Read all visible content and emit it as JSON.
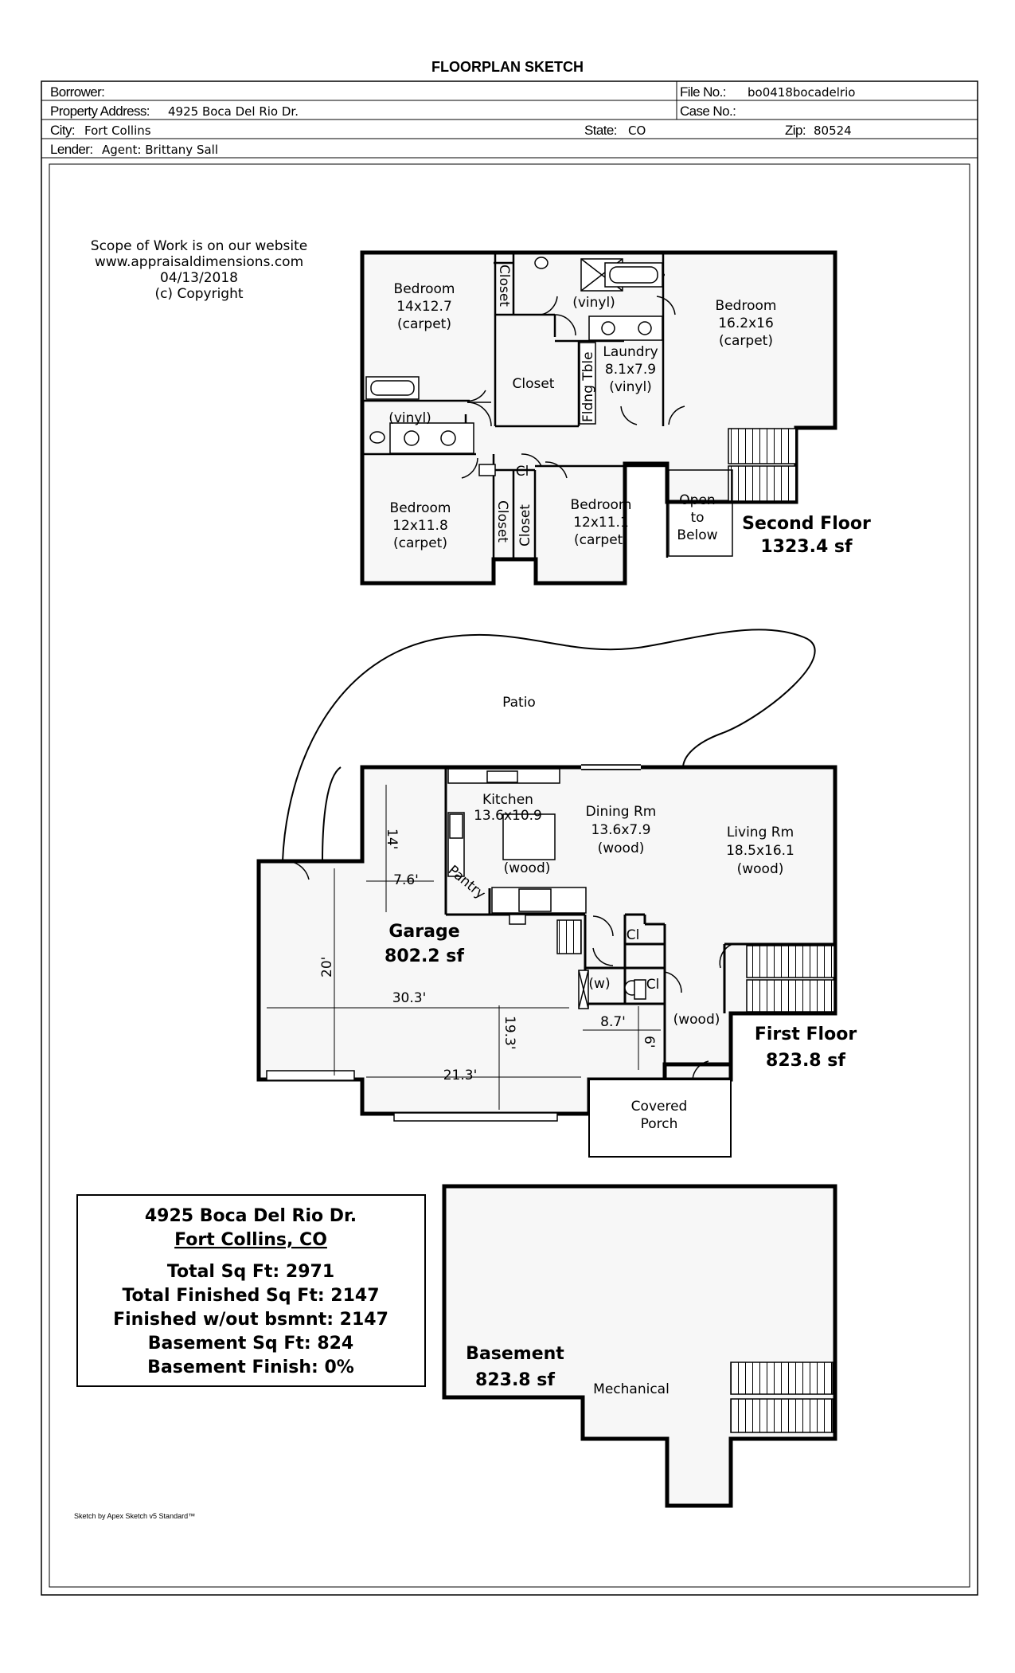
{
  "page_title": "FLOORPLAN SKETCH",
  "header": {
    "borrower_label": "Borrower:",
    "borrower_value": "",
    "file_no_label": "File No.:",
    "file_no_value": "bo0418bocadelrio",
    "property_address_label": "Property Address:",
    "property_address_value": "4925 Boca Del Rio Dr.",
    "case_no_label": "Case No.:",
    "case_no_value": "",
    "city_label": "City:",
    "city_value": "Fort Collins",
    "state_label": "State:",
    "state_value": "CO",
    "zip_label": "Zip:",
    "zip_value": "80524",
    "lender_label": "Lender:",
    "lender_value": "Agent:  Brittany Sall"
  },
  "scope_note": {
    "line1": "Scope of Work is on our website",
    "line2": "www.appraisaldimensions.com",
    "line3": "04/13/2018",
    "line4": "(c) Copyright"
  },
  "second_floor": {
    "name": "Second Floor",
    "area": "1323.4 sf",
    "bedroom_nw": {
      "name": "Bedroom",
      "dims": "14x12.7",
      "floor": "(carpet)"
    },
    "bedroom_ne": {
      "name": "Bedroom",
      "dims": "16.2x16",
      "floor": "(carpet)"
    },
    "bedroom_sw": {
      "name": "Bedroom",
      "dims": "12x11.8",
      "floor": "(carpet)"
    },
    "bedroom_s": {
      "name": "Bedroom",
      "dims": "12x11.1",
      "floor": "(carpet)"
    },
    "closet_top": "Closet",
    "closet_mid": "Closet",
    "closet_low_a": "Closet",
    "closet_low_b": "Closet",
    "cl_small": "Cl",
    "master_bath_floor": "(vinyl)",
    "hall_bath_floor": "(vinyl)",
    "laundry": {
      "name": "Laundry",
      "dims": "8.1x7.9",
      "floor": "(vinyl)"
    },
    "fldng_tble": "Fldng Tble",
    "open_below": {
      "line1": "Open",
      "line2": "to",
      "line3": "Below"
    }
  },
  "first_floor": {
    "name": "First Floor",
    "area": "823.8 sf",
    "patio": "Patio",
    "kitchen": {
      "name": "Kitchen",
      "dims": "13.6x10.9",
      "floor": "(wood)"
    },
    "dining": {
      "name": "Dining Rm",
      "dims": "13.6x7.9",
      "floor": "(wood)"
    },
    "living": {
      "name": "Living Rm",
      "dims": "18.5x16.1",
      "floor": "(wood)"
    },
    "pantry": "Pantry",
    "entry_floor": "(wood)",
    "powder_room": "(w)",
    "cl_upper": "Cl",
    "cl_lower": "Cl",
    "covered_porch": {
      "line1": "Covered",
      "line2": "Porch"
    }
  },
  "garage": {
    "name": "Garage",
    "area": "802.2 sf",
    "dim_14": "14'",
    "dim_7_6": "7.6'",
    "dim_20": "20'",
    "dim_30_3": "30.3'",
    "dim_19_3": "19.3'",
    "dim_8_7": "8.7'",
    "dim_6": "6'",
    "dim_21_3": "21.3'"
  },
  "summary": {
    "address": "4925 Boca Del Rio Dr.",
    "city": "Fort Collins, CO",
    "total_sqft": "Total Sq Ft:  2971",
    "total_finished": "Total Finished Sq Ft:  2147",
    "finished_wo_bsmnt": "Finished w/out bsmnt:  2147",
    "basement_sqft": "Basement Sq Ft:  824",
    "basement_finish": "Basement Finish:  0%"
  },
  "basement": {
    "name": "Basement",
    "area": "823.8 sf",
    "mechanical": "Mechanical"
  },
  "footer": "Sketch by Apex Sketch v5 Standard™"
}
